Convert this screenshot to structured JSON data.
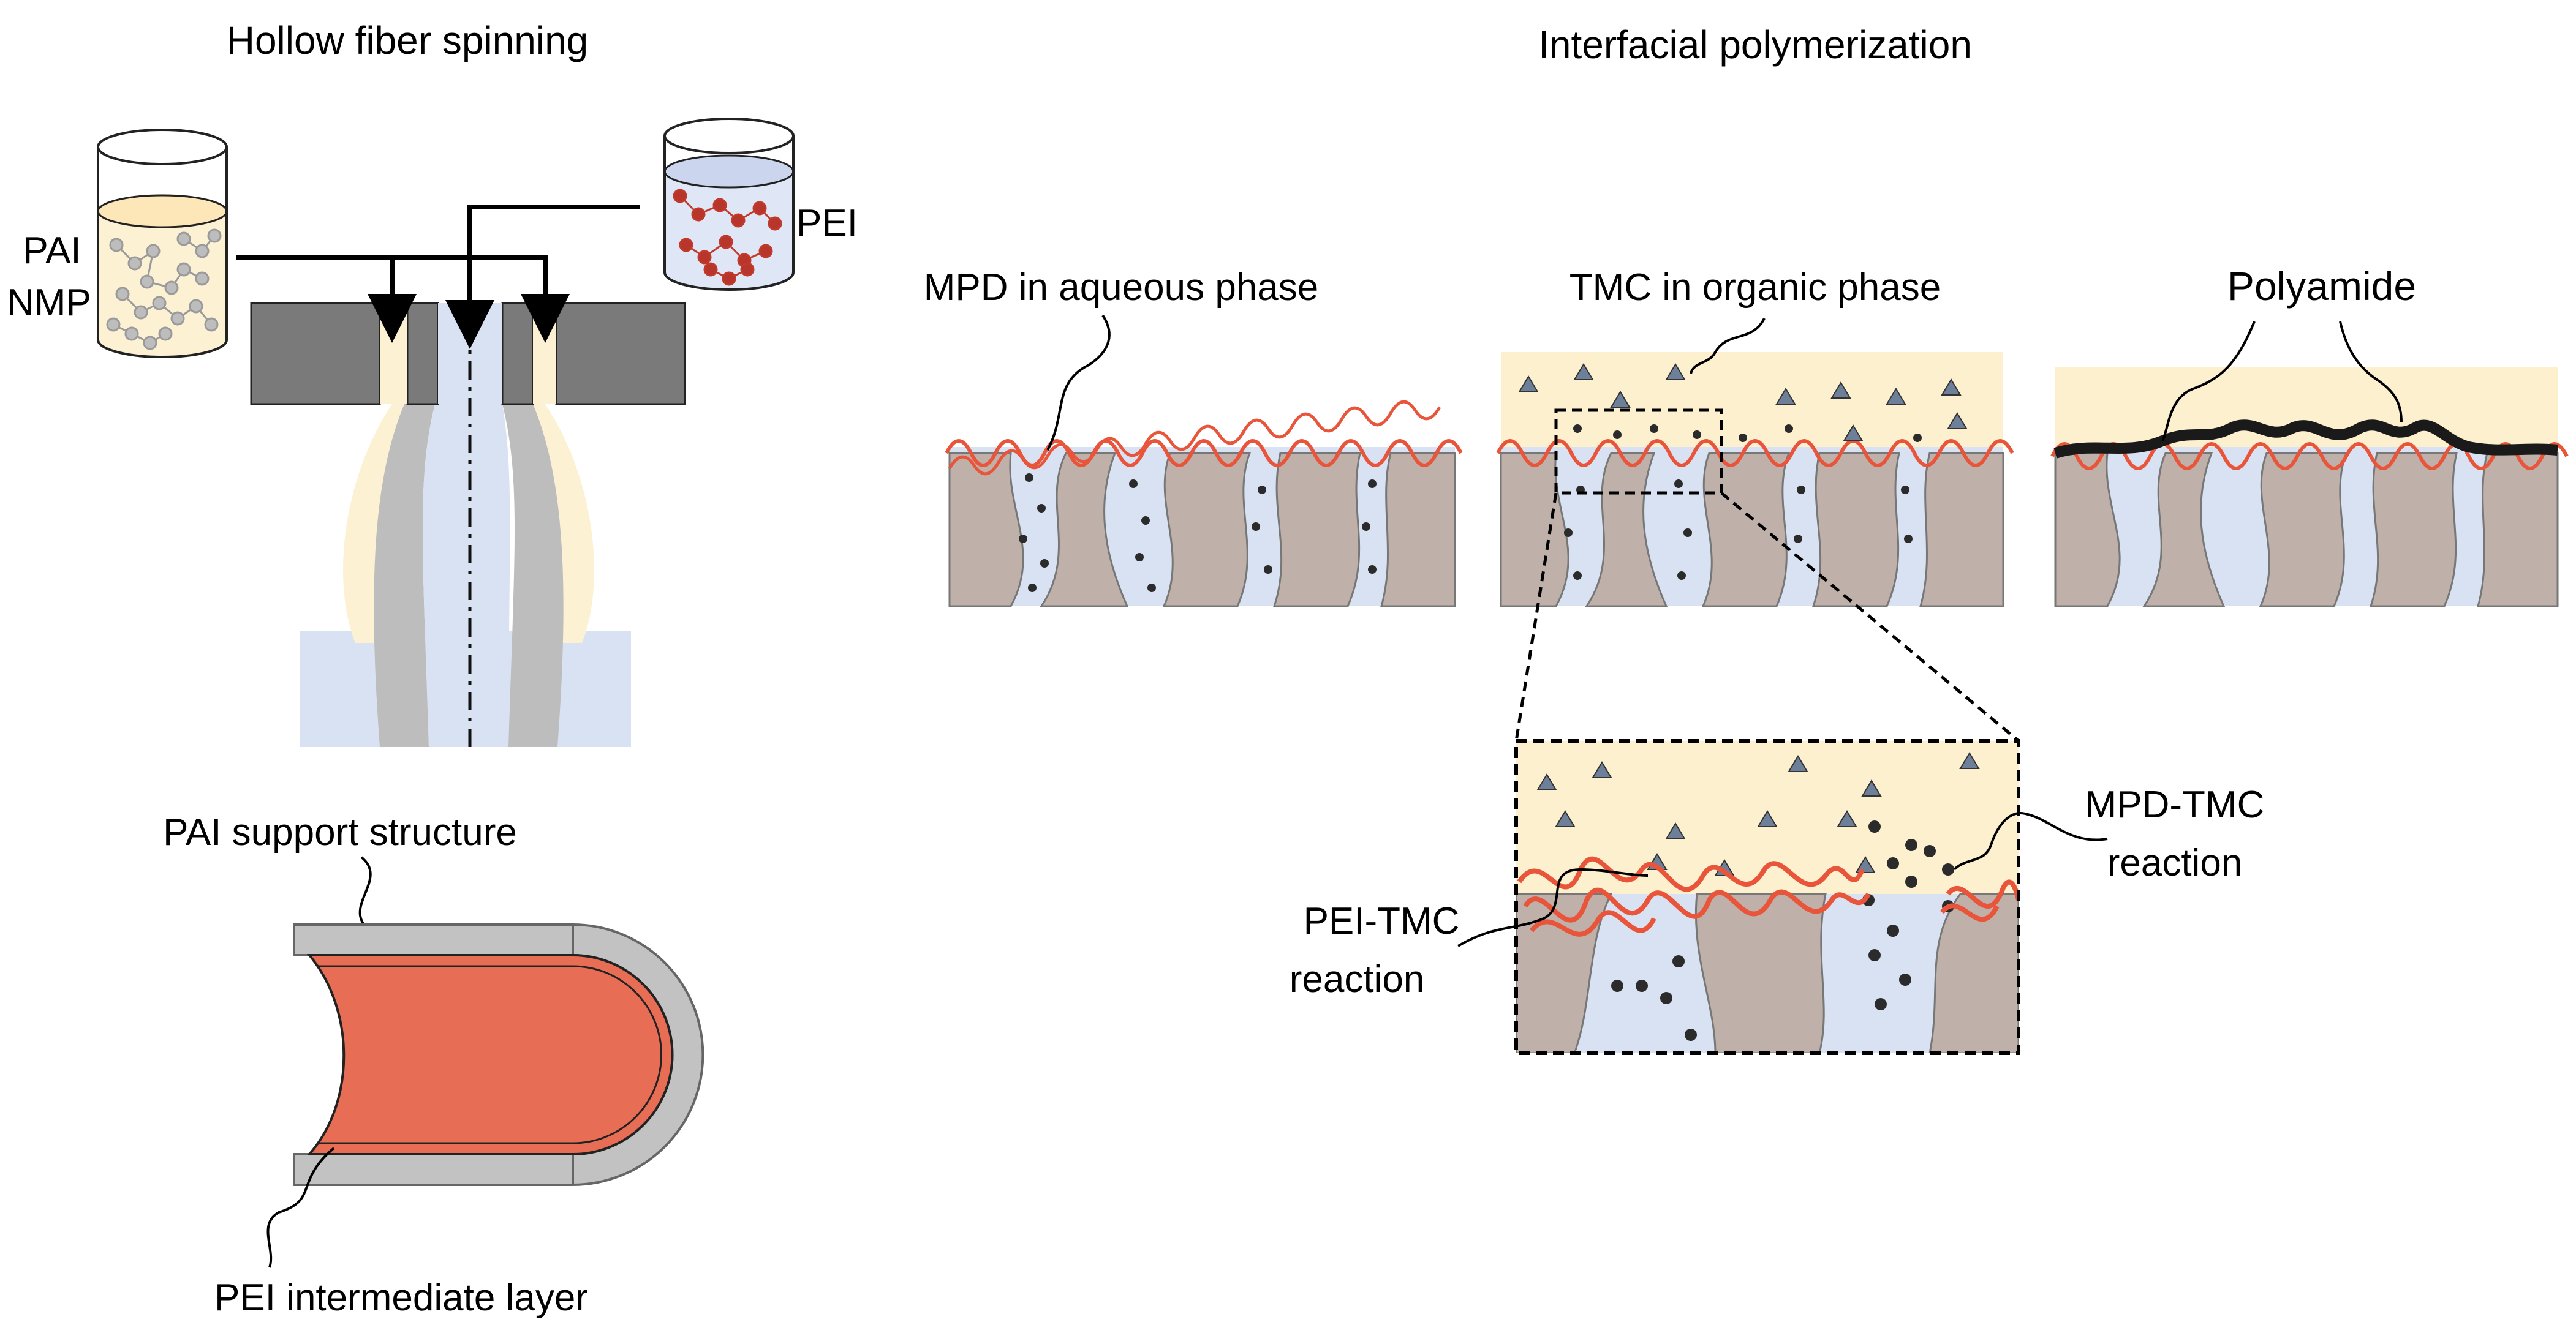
{
  "panels": {
    "spinning": {
      "title": "Hollow fiber spinning",
      "pai_label": "PAI",
      "nmp_label": "NMP",
      "pei_label": "PEI"
    },
    "fiber": {
      "support_label": "PAI support structure",
      "intermediate_label": "PEI intermediate layer"
    },
    "ip": {
      "title": "Interfacial polymerization",
      "mpd_label": "MPD in aqueous phase",
      "tmc_label": "TMC in organic phase",
      "polyamide_label": "Polyamide",
      "pei_tmc_line1": "PEI-TMC",
      "pei_tmc_line2": "reaction",
      "mpd_tmc_line1": "MPD-TMC",
      "mpd_tmc_line2": "reaction"
    }
  },
  "colors": {
    "pai_solution": "#fdf1d4",
    "pei_solution": "#dfe6f6",
    "pei_red": "#e8553a",
    "pei_dot": "#b7352a",
    "blue_bg": "#d9e2f3",
    "organic": "#fdf0cf",
    "support": "#bfb1aa",
    "spinneret": "#7a7a7a",
    "fiber_gray": "#bdbdbd",
    "coating": "#e76d55",
    "polyamide": "#1a1a1a",
    "tmc_triangle": "#6d7f99",
    "mpd_dot": "#2b2b2b"
  },
  "icons": [
    "beaker-icon",
    "triangle-icon",
    "dot-icon",
    "spinneret-icon"
  ]
}
